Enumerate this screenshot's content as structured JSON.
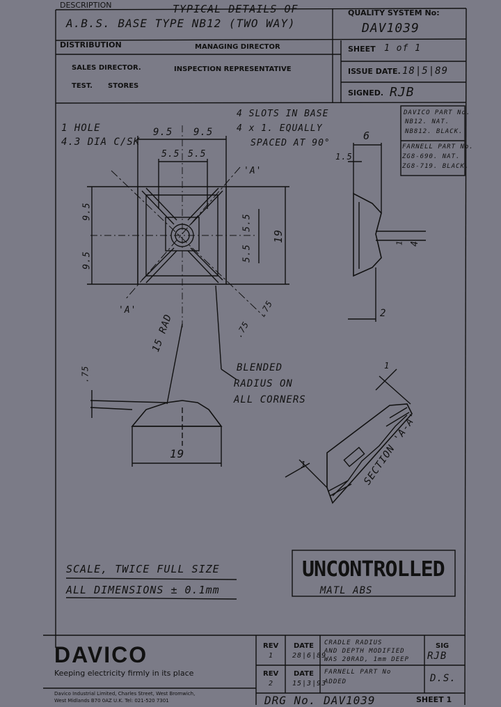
{
  "title_block": {
    "description_label": "DESCRIPTION",
    "description_line1": "TYPICAL DETAILS OF",
    "description_line2": "A.B.S. BASE TYPE NB12 (TWO WAY)",
    "quality_label": "QUALITY SYSTEM No:",
    "quality_value": "DAV1039",
    "distribution_label": "DISTRIBUTION",
    "managing_director": "MANAGING DIRECTOR",
    "sales_director": "SALES DIRECTOR.",
    "inspection_rep": "INSPECTION REPRESENTATIVE",
    "test": "TEST.",
    "stores": "STORES",
    "sheet_label": "SHEET",
    "sheet_value": "1  of  1",
    "issue_label": "ISSUE DATE.",
    "issue_value": "18|5|89",
    "signed_label": "SIGNED.",
    "signed_value": "RJB"
  },
  "part_box": {
    "davico_line1": "DAVICO PART No.",
    "davico_line2": "NB12. NAT.",
    "davico_line3": "NB812. BLACK.",
    "farnell_line1": "FARNELL PART No.",
    "farnell_line2": "ZG8-690. NAT.",
    "farnell_line3": "ZG8-719. BLACK."
  },
  "notes": {
    "hole_line1": "1 HOLE",
    "hole_line2": "4.3 DIA C/SK",
    "slots_line1": "4 SLOTS IN BASE",
    "slots_line2": "4 x 1. EQUALLY",
    "slots_line3": "SPACED AT 90°",
    "blended_line1": "BLENDED",
    "blended_line2": "RADIUS ON",
    "blended_line3": "ALL CORNERS",
    "section": "SECTION 'A-A'",
    "scale": "SCALE, TWICE FULL SIZE",
    "dimensions": "ALL DIMENSIONS ± 0.1mm",
    "stamp": "UNCONTROLLED",
    "material": "MATL ABS"
  },
  "dims": {
    "d95a": "9.5",
    "d95b": "9.5",
    "d55a": "5.5",
    "d55b": "5.5",
    "d95l1": "9.5",
    "d95l2": "9.5",
    "d55r1": "5.5",
    "d55r2": "5.5",
    "d19": "19",
    "d6": "6",
    "d15": "1.5",
    "d4": "4",
    "d1": "1",
    "d2": "2",
    "d75a": ".75",
    "d75b": ".75",
    "d75c": ".75",
    "rad": "15 RAD",
    "d19b": "19",
    "d1b": "1",
    "d1c": "1",
    "a1": "'A'",
    "a2": "'A'"
  },
  "footer": {
    "brand": "DAVICO",
    "tagline": "Keeping electricity firmly in its place",
    "address1": "Davico Industrial Limited, Charles Street, West Bromwich,",
    "address2": "West Midlands B70 0AZ U.K.  Tel: 021-520 7301",
    "rev_label": "REV",
    "date_label": "DATE",
    "rev1": "1",
    "rev1_date": "28|6|89",
    "rev1_desc1": "CRADLE RADIUS",
    "rev1_desc2": "AND DEPTH MODIFIED",
    "rev1_desc3": "WAS 20RAD, 1mm DEEP",
    "rev1_sig": "RJB",
    "rev2": "2",
    "rev2_date": "15|3|93",
    "rev2_desc1": "FARNELL PART No",
    "rev2_desc2": "ADDED",
    "rev2_sig": "D.S.",
    "sig_label": "SIG",
    "dwg_label": "DRG No. DAV1039",
    "sheet_label": "SHEET 1"
  }
}
